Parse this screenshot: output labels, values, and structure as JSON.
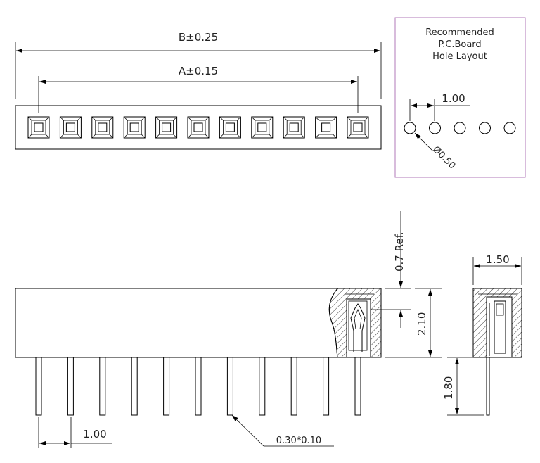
{
  "top_view": {
    "dim_b": "B±0.25",
    "dim_a": "A±0.15",
    "pin_count": 11
  },
  "pcb_layout": {
    "title_line1": "Recommended",
    "title_line2": "P.C.Board",
    "title_line3": "Hole Layout",
    "pitch": "1.00",
    "hole_diameter": "Ø0.50",
    "hole_count": 5,
    "border_color": "#b07ab8"
  },
  "front_view": {
    "ref_height": "0.7 Ref.",
    "body_height": "2.10",
    "pitch": "1.00",
    "pin_section": "0.30*0.10",
    "pin_count": 11
  },
  "side_view": {
    "width": "1.50",
    "pin_length": "1.80"
  }
}
